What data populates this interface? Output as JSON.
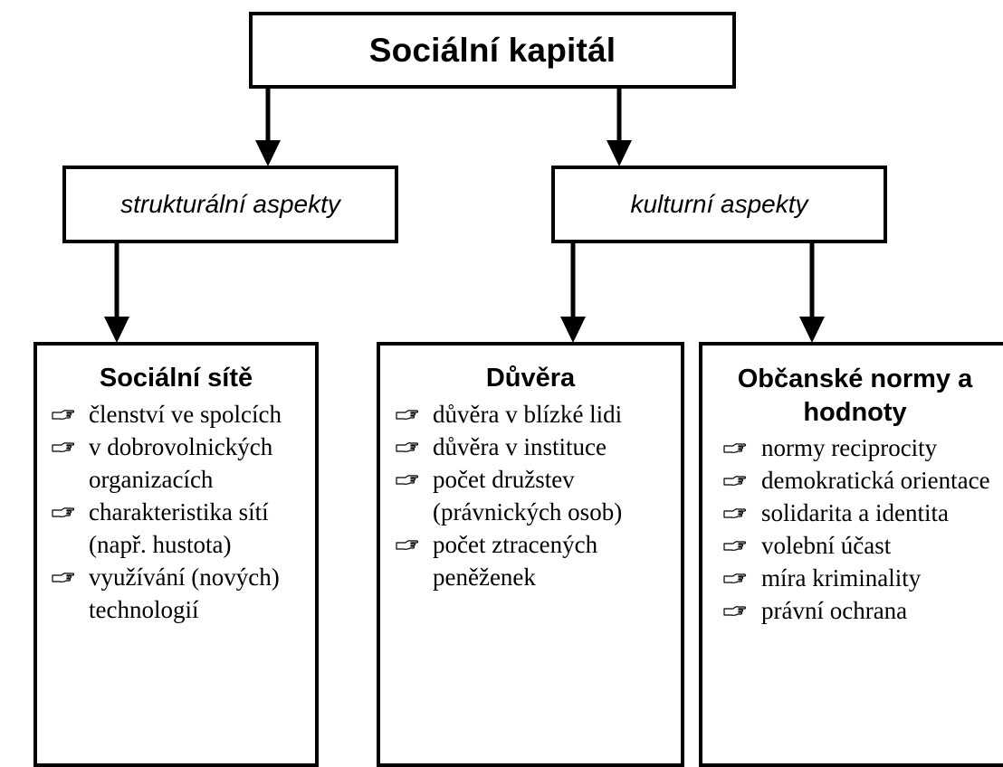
{
  "diagram": {
    "root": {
      "label": "Sociální kapitál"
    },
    "aspects": {
      "left": {
        "label": "strukturální aspekty"
      },
      "right": {
        "label": "kulturní aspekty"
      }
    },
    "categories": [
      {
        "title": "Sociální sítě",
        "items": [
          "členství ve spolcích",
          "v dobrovolnických organizacích",
          "charakteristika sítí (např. hustota)",
          "využívání (nových) technologií"
        ]
      },
      {
        "title": "Důvěra",
        "items": [
          "důvěra v blízké lidi",
          "důvěra v instituce",
          "počet družstev (právnických osob)",
          "počet ztracených peněženek"
        ]
      },
      {
        "title": "Občanské normy a hodnoty",
        "items": [
          "normy reciprocity",
          "demokratická orientace",
          "solidarita a identita",
          "volební účast",
          "míra kriminality",
          "právní ochrana"
        ]
      }
    ]
  }
}
